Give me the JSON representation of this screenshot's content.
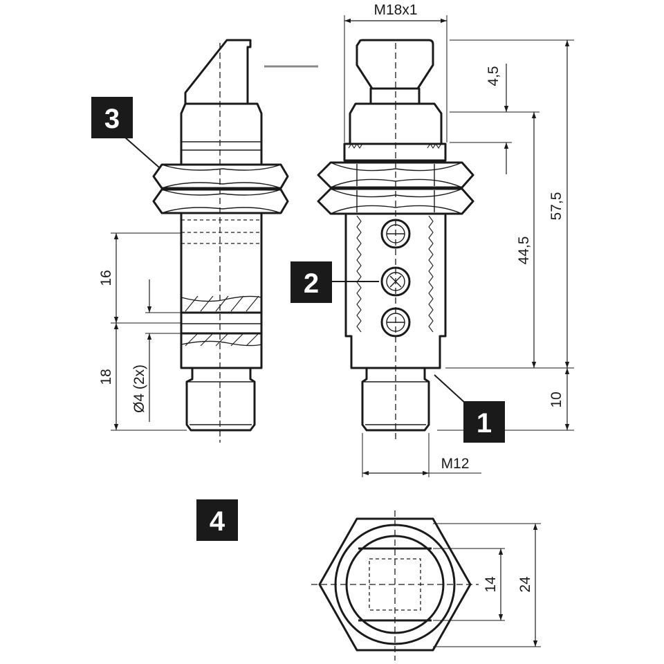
{
  "dimensions": {
    "thread_main": "M18x1",
    "thread_plug": "M12",
    "head_height": "4,5",
    "body_length": "44,5",
    "total_length": "57,5",
    "connector_length": "10",
    "mount_upper": "16",
    "mount_lower": "18",
    "hole_diameter": "Ø4 (2x)",
    "flat_width": "14",
    "hex_width": "24"
  },
  "callouts": [
    "1",
    "2",
    "3",
    "4"
  ],
  "colors": {
    "ink": "#1a1a1a",
    "badge": "#1a1a1a",
    "background": "#ffffff"
  }
}
